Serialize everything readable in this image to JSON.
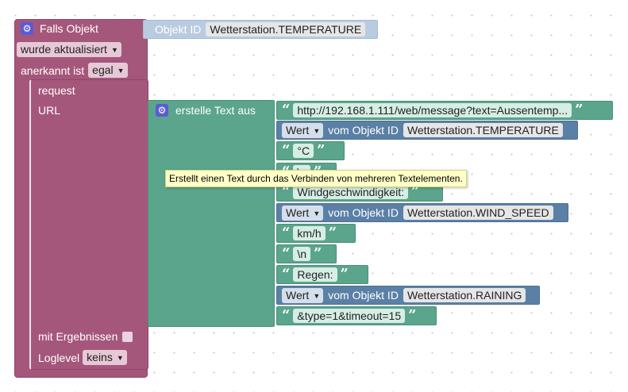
{
  "trigger": {
    "title": "Falls Objekt",
    "object_id_label": "Objekt ID",
    "object_id_value": "Wetterstation.TEMPERATURE",
    "mode_value": "wurde aktualisiert",
    "ack_label": "anerkannt ist",
    "ack_value": "egal"
  },
  "request": {
    "title": "request",
    "url_label": "URL",
    "results_label": "mit Ergebnissen",
    "loglevel_label": "Loglevel",
    "loglevel_value": "keins"
  },
  "join": {
    "title": "erstelle Text aus",
    "tooltip": "Erstellt einen Text durch das Verbinden von mehreren Textelementen.",
    "items": [
      {
        "kind": "text",
        "value": "http://192.168.1.111/web/message?text=Aussentemp..."
      },
      {
        "kind": "object",
        "prop": "Wert",
        "label": "vom Objekt ID",
        "value": "Wetterstation.TEMPERATURE"
      },
      {
        "kind": "text",
        "value": "°C"
      },
      {
        "kind": "text",
        "value": "\\n"
      },
      {
        "kind": "text",
        "value": "Windgeschwindigkeit:"
      },
      {
        "kind": "object",
        "prop": "Wert",
        "label": "vom Objekt ID",
        "value": "Wetterstation.WIND_SPEED"
      },
      {
        "kind": "text",
        "value": "km/h"
      },
      {
        "kind": "text",
        "value": "\\n"
      },
      {
        "kind": "text",
        "value": "Regen:"
      },
      {
        "kind": "object",
        "prop": "Wert",
        "label": "vom Objekt ID",
        "value": "Wetterstation.RAINING"
      },
      {
        "kind": "text",
        "value": "&type=1&timeout=15"
      }
    ]
  },
  "colors": {
    "event_block": "#a5577b",
    "text_block": "#5ba58c",
    "object_block": "#5b80a5",
    "gear": "#5b5bd6"
  },
  "icons": {
    "gear": "⚙",
    "open_quote": "“",
    "close_quote": "”",
    "dropdown": "▼"
  }
}
